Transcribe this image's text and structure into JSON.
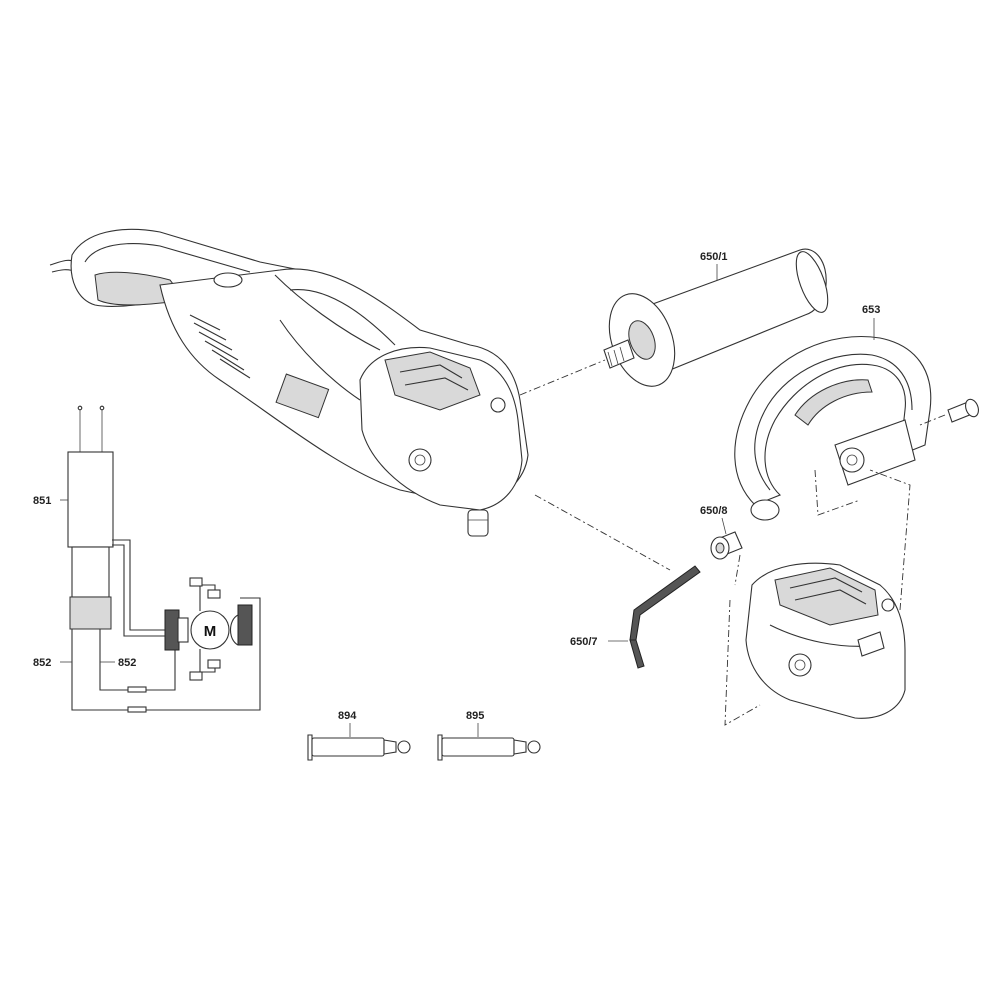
{
  "labels": {
    "handle": "650/1",
    "guard": "653",
    "screw": "650/8",
    "hex_key": "650/7",
    "switch": "851",
    "wire_left": "852",
    "wire_right": "852",
    "brush_a": "894",
    "brush_b": "895",
    "motor": "M"
  },
  "colors": {
    "line": "#333333",
    "shade": "#d9d9d9",
    "dark": "#555555"
  }
}
